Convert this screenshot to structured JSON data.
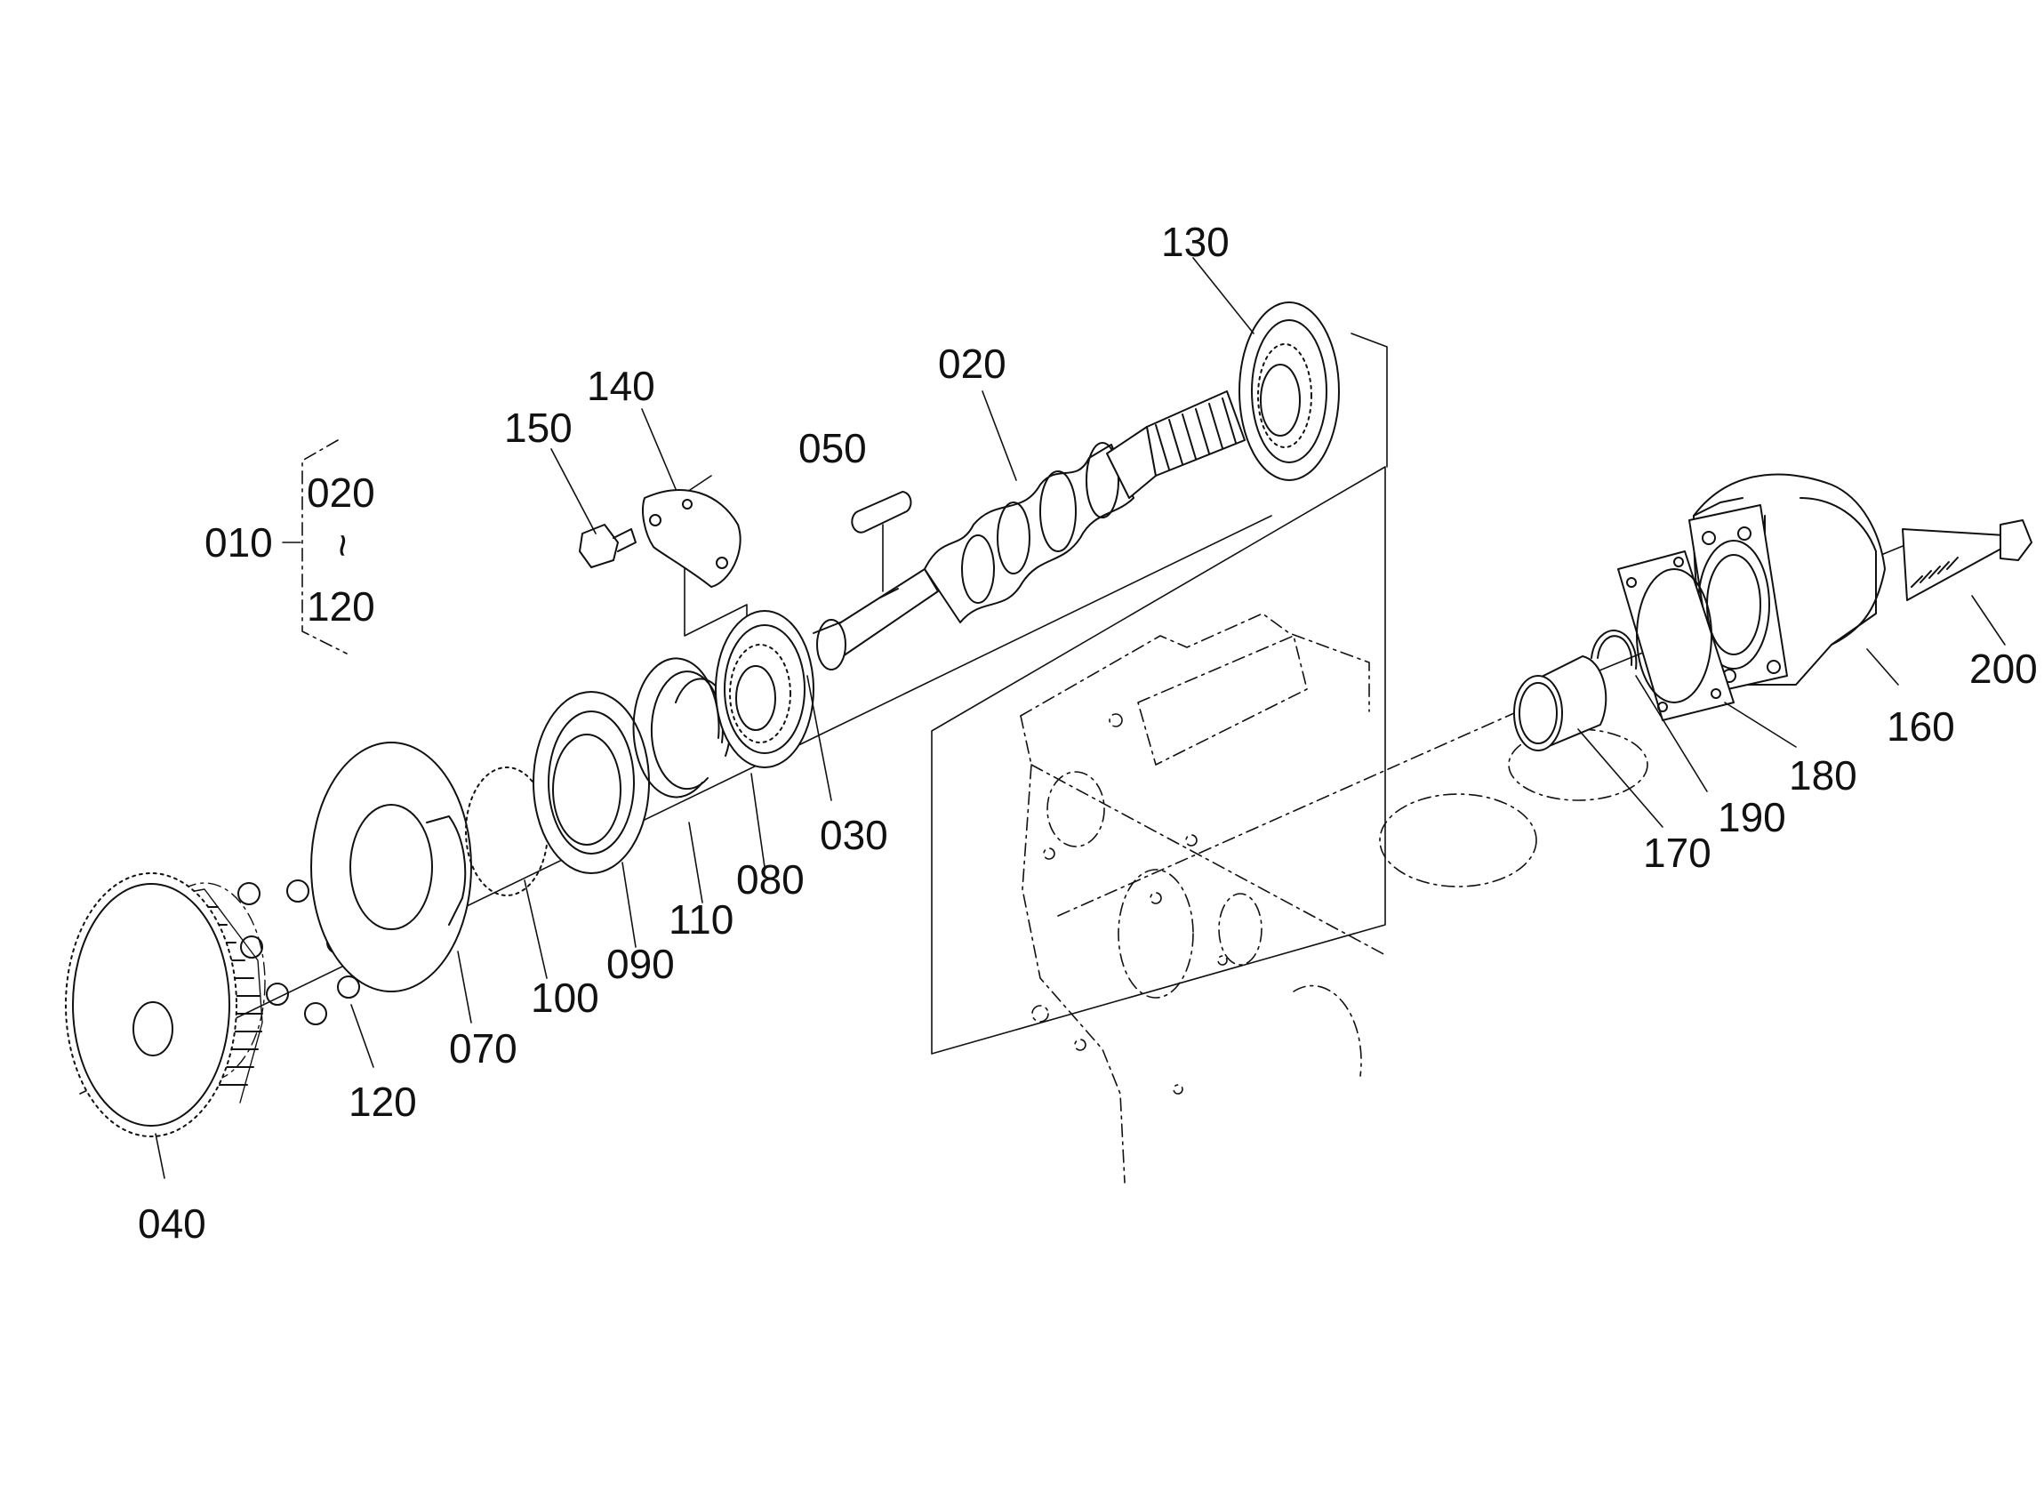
{
  "callouts": {
    "p010": "010",
    "p020a": "020",
    "p120a": "120",
    "range_sep": "~",
    "p020": "020",
    "p030": "030",
    "p040": "040",
    "p050": "050",
    "p070": "070",
    "p080": "080",
    "p090": "090",
    "p100": "100",
    "p110": "110",
    "p120": "120",
    "p130": "130",
    "p140": "140",
    "p150": "150",
    "p160": "160",
    "p170": "170",
    "p180": "180",
    "p190": "190",
    "p200": "200"
  }
}
